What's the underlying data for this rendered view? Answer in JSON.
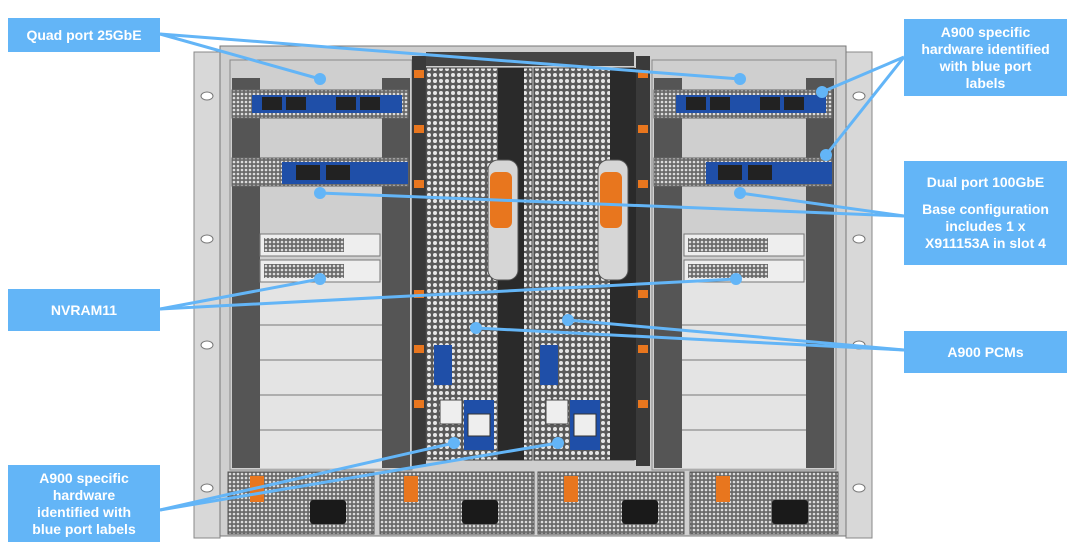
{
  "callouts": {
    "quad_port": "Quad port 25GbE",
    "a900_top": [
      "A900  specific",
      "hardware identified",
      "with blue port",
      "labels"
    ],
    "dual_port": "Dual port 100GbE",
    "base_config": [
      "Base configuration",
      "includes 1 x",
      "X911153A in slot 4"
    ],
    "nvram": "NVRAM11",
    "pcms": "A900 PCMs",
    "a900_bottom": [
      "A900  specific",
      "hardware",
      "identified with",
      "blue port labels"
    ]
  },
  "colors": {
    "callout_bg": "#63b5f7",
    "leader_line": "#63b5f7",
    "chassis": "#c9c9c9",
    "chassis_dark": "#4d4d4d",
    "port_label_blue": "#1f4fa8",
    "orange_handle": "#e8761e"
  }
}
